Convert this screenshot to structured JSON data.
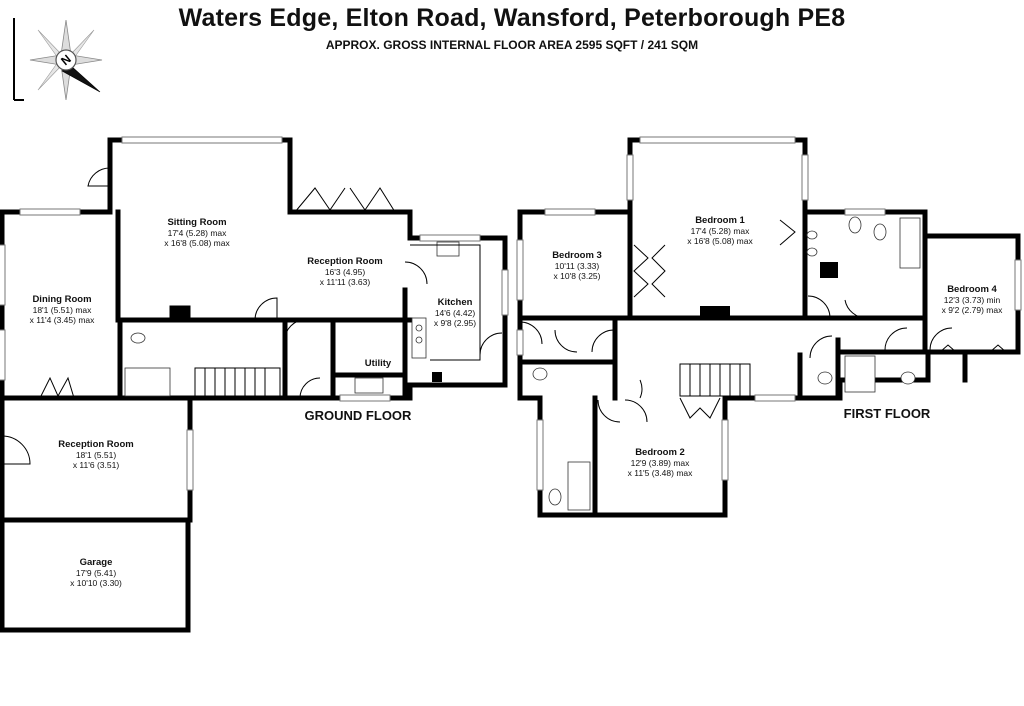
{
  "header": {
    "title": "Waters Edge, Elton Road, Wansford, Peterborough PE8",
    "subtitle": "APPROX. GROSS INTERNAL FLOOR AREA 2595 SQFT / 241 SQM"
  },
  "compass": {
    "letter": "N"
  },
  "floors": {
    "ground": "GROUND FLOOR",
    "first": "FIRST FLOOR"
  },
  "rooms": {
    "sitting": {
      "name": "Sitting Room",
      "dim1": "17'4 (5.28) max",
      "dim2": "x 16'8 (5.08) max"
    },
    "reception1": {
      "name": "Reception Room",
      "dim1": "16'3 (4.95)",
      "dim2": "x 11'11 (3.63)"
    },
    "dining": {
      "name": "Dining Room",
      "dim1": "18'1 (5.51) max",
      "dim2": "x 11'4 (3.45) max"
    },
    "kitchen": {
      "name": "Kitchen",
      "dim1": "14'6 (4.42)",
      "dim2": "x 9'8 (2.95)"
    },
    "utility": {
      "name": "Utility"
    },
    "reception2": {
      "name": "Reception Room",
      "dim1": "18'1 (5.51)",
      "dim2": "x 11'6 (3.51)"
    },
    "garage": {
      "name": "Garage",
      "dim1": "17'9 (5.41)",
      "dim2": "x 10'10 (3.30)"
    },
    "bedroom1": {
      "name": "Bedroom 1",
      "dim1": "17'4 (5.28) max",
      "dim2": "x 16'8 (5.08) max"
    },
    "bedroom2": {
      "name": "Bedroom 2",
      "dim1": "12'9 (3.89) max",
      "dim2": "x 11'5 (3.48) max"
    },
    "bedroom3": {
      "name": "Bedroom 3",
      "dim1": "10'11 (3.33)",
      "dim2": "x 10'8 (3.25)"
    },
    "bedroom4": {
      "name": "Bedroom 4",
      "dim1": "12'3 (3.73) min",
      "dim2": "x 9'2 (2.79) max"
    }
  }
}
